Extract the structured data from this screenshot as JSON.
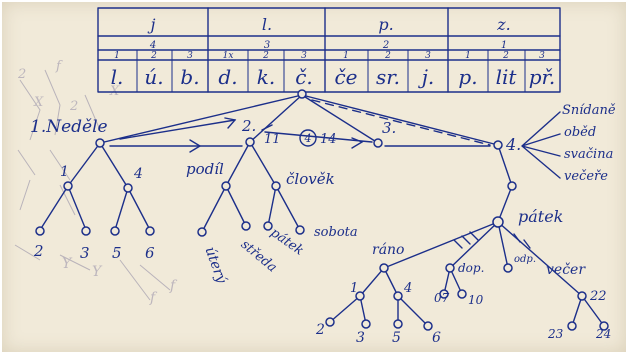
{
  "table": {
    "header_row1": [
      "j",
      "l.",
      "p.",
      "z."
    ],
    "header_row2": [
      "4",
      "3",
      "2",
      "1"
    ],
    "header_row3": [
      "1",
      "2",
      "3",
      "1x",
      "2",
      "3",
      "1",
      "2",
      "3",
      "1",
      "2",
      "3"
    ],
    "cells": [
      "l.",
      "ú.",
      "b.",
      "d.",
      "k.",
      "č.",
      "če",
      "sr.",
      "j.",
      "p.",
      "lit",
      "př."
    ]
  },
  "nodes": {
    "n1": "1.Neděle",
    "n2": "2.",
    "n3": "3.",
    "n4": "4.",
    "num_1": "1",
    "num_4": "4",
    "num_11": "11",
    "num_4c": "4",
    "num_14": "14",
    "leaf_2": "2",
    "leaf_3": "3",
    "leaf_5": "5",
    "leaf_6": "6",
    "podil": "podíl",
    "clovek": "člověk",
    "utery": "úterý",
    "streda": "středa",
    "patek": "pátek",
    "sobota": "sobota",
    "patek2": "pátek",
    "rano": "ráno",
    "dop": "dop.",
    "odp": "odp.",
    "vecer": "večer",
    "r1": "1",
    "r4": "4",
    "r2": "2",
    "r3": "3",
    "r5": "5",
    "r6": "6",
    "d07": "07",
    "d10": "10",
    "v22": "22",
    "v23": "23",
    "v24": "24"
  },
  "meals": [
    "Snídaně",
    "oběd",
    "svačina",
    "večeře"
  ],
  "ghost_marks": [
    "2",
    "f",
    "X",
    "2",
    "X",
    "Y",
    "Y",
    "f",
    "f"
  ]
}
